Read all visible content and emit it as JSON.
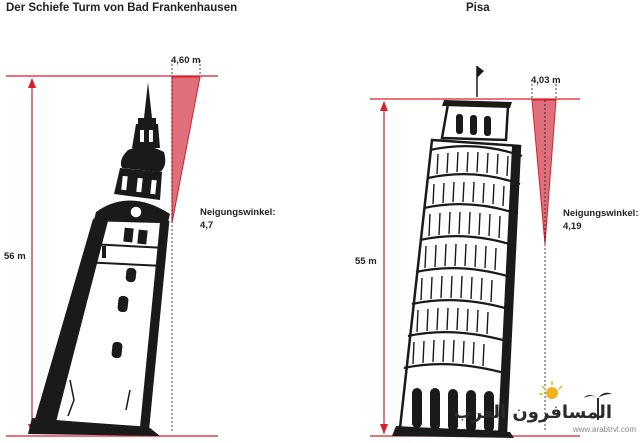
{
  "towers": [
    {
      "title": "Der Schiefe Turm von Bad Frankenhausen",
      "height_label": "56 m",
      "offset_label": "4,60 m",
      "angle_label_line1": "Neigungswinkel:",
      "angle_label_line2": "4,7"
    },
    {
      "title": "Pisa",
      "height_label": "55 m",
      "offset_label": "4,03 m",
      "angle_label_line1": "Neigungswinkel:",
      "angle_label_line2": "4,19"
    }
  ],
  "watermark": {
    "logo_text": "المسافرون العرب",
    "url": "www.arabtrvl.com"
  },
  "colors": {
    "accent_red": "#d8202a",
    "wedge_fill": "#df6f7a",
    "ink": "#1a1a1a"
  }
}
